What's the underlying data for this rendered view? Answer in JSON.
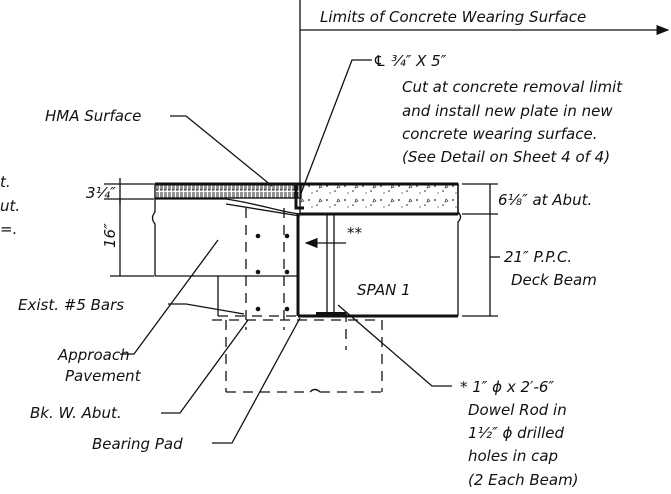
{
  "labels": {
    "limits": "Limits of Concrete Wearing Surface",
    "plate_title": "℄ ³⁄₄″ X 5″",
    "plate_note_1": "Cut at concrete removal limit",
    "plate_note_2": "and install new plate in new",
    "plate_note_3": "concrete wearing surface.",
    "plate_note_4": "(See Detail on Sheet 4 of 4)",
    "hma_surface": "HMA Surface",
    "dim_34": "3¹⁄₄″",
    "dim_16": "16″",
    "dim_618": "6¹⁄₈″ at Abut.",
    "dim_21_1": "21″ P.P.C.",
    "dim_21_2": "Deck Beam",
    "star_star": "**",
    "span1": "SPAN 1",
    "exist_bars": "Exist. #5 Bars",
    "approach_1": "Approach",
    "approach_2": "Pavement",
    "bk_abut": "Bk. W. Abut.",
    "bearing_pad": "Bearing Pad",
    "dowel_1": "* 1″ ϕ x 2′-6″",
    "dowel_2": "Dowel Rod in",
    "dowel_3": "1¹⁄₂″ ϕ drilled",
    "dowel_4": "holes in cap",
    "dowel_5": "(2 Each Beam)",
    "edge_frag_1": "t.",
    "edge_frag_2": "ut.",
    "edge_frag_3": "=."
  }
}
